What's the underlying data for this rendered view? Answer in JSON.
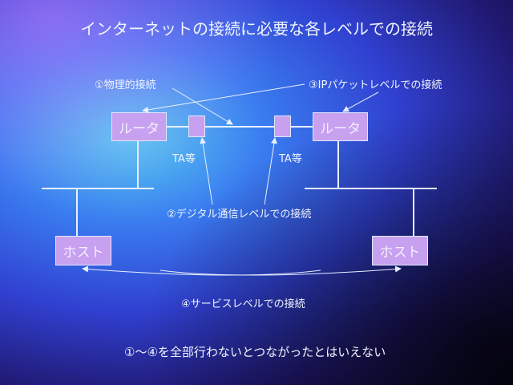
{
  "title": "インターネットの接続に必要な各レベルでの接続",
  "labels": {
    "physical": "①物理的接続",
    "ip": "③IPパケットレベルでの接続",
    "digital": "②デジタル通信レベルでの接続",
    "service": "④サービスレベルでの接続",
    "ta_left": "TA等",
    "ta_right": "TA等",
    "conclusion": "①～④を全部行わないとつながったとはいえない"
  },
  "nodes": {
    "router_left": "ルータ",
    "router_right": "ルータ",
    "host_left": "ホスト",
    "host_right": "ホスト"
  }
}
